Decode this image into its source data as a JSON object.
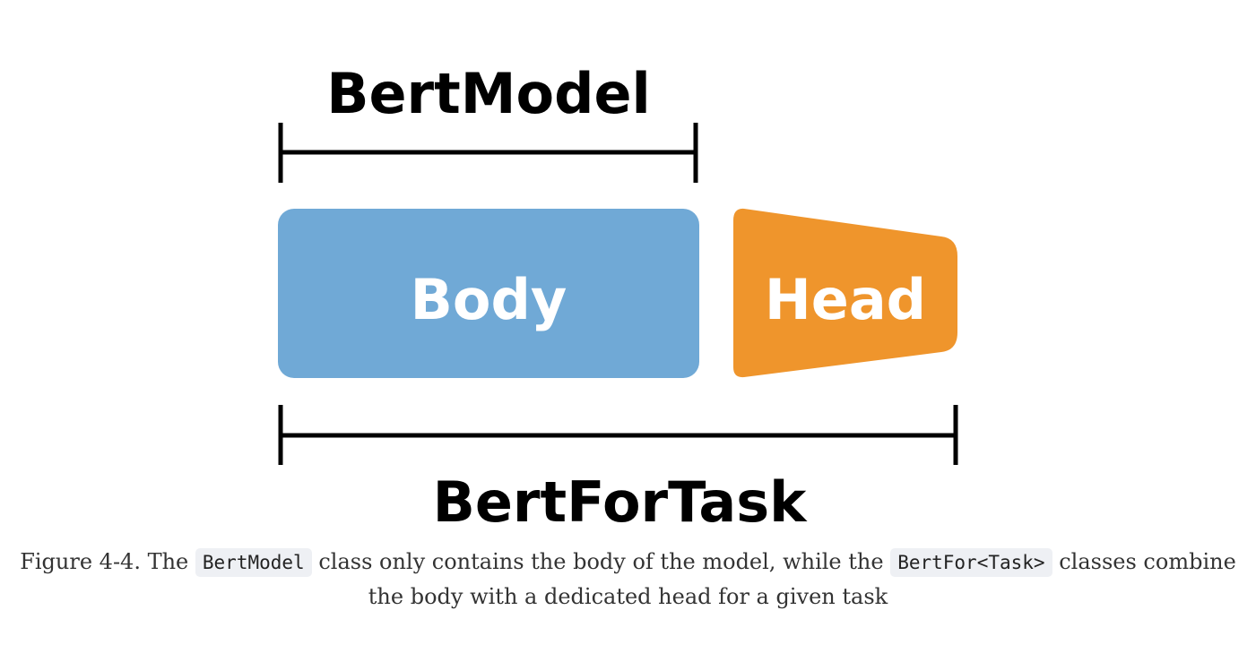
{
  "figure": {
    "top_label": "BertModel",
    "bottom_label": "BertForTask",
    "body_label": "Body",
    "head_label": "Head",
    "colors": {
      "body": "#70a9d6",
      "head": "#ef952c",
      "bracket": "#000000"
    }
  },
  "caption": {
    "prefix": "Figure 4-4. The",
    "code1": "BertModel",
    "middle": "class only contains the body of the model, while the",
    "code2": "BertFor<Task>",
    "suffix": "classes combine the body with a dedicated head for a given task"
  }
}
